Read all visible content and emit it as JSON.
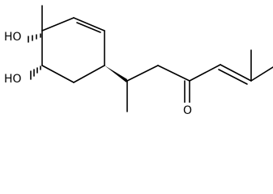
{
  "molecule": {
    "atoms": {
      "ho_top": "HO",
      "ho_bottom": "HO",
      "carbonyl_oxygen": "O"
    }
  },
  "colors": {
    "background": "#ffffff",
    "bond": "#000000",
    "text": "#000000"
  }
}
